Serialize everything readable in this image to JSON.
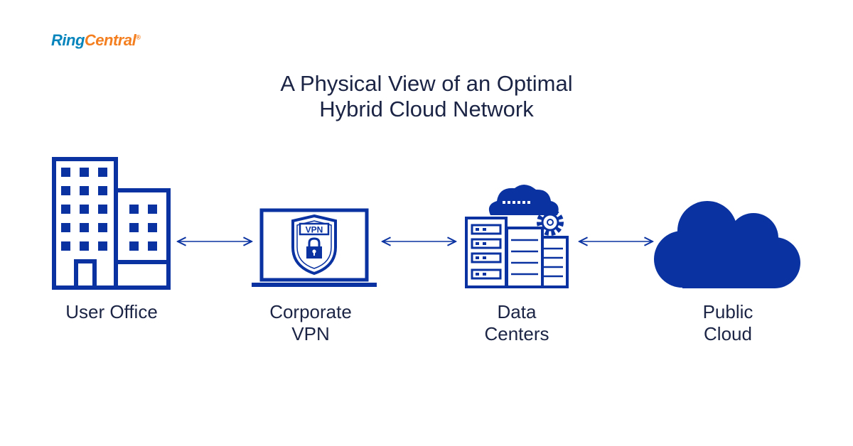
{
  "brand": {
    "part1": "Ring",
    "part2": "Central",
    "mark": "®"
  },
  "title": {
    "line1": "A Physical View of an Optimal",
    "line2": "Hybrid Cloud Network"
  },
  "nodes": [
    {
      "name": "user-office",
      "lines": [
        "User Office"
      ]
    },
    {
      "name": "corporate-vpn",
      "lines": [
        "Corporate",
        "VPN"
      ],
      "badge": "VPN"
    },
    {
      "name": "data-centers",
      "lines": [
        "Data",
        "Centers"
      ]
    },
    {
      "name": "public-cloud",
      "lines": [
        "Public",
        "Cloud"
      ]
    }
  ],
  "colors": {
    "icon": "#0a32a0",
    "text": "#1b2444",
    "brand_blue": "#0684bc",
    "brand_orange": "#f47f20"
  }
}
